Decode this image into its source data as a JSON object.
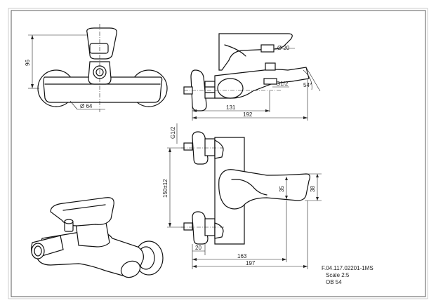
{
  "dimensions": {
    "front_height": "96",
    "front_diameter": "Ø 64",
    "side_outlet_diameter": "Ø 20",
    "side_outlet_thread": "G1/2",
    "side_angle": "54°",
    "side_length_short": "131",
    "side_length_long": "192",
    "top_thread": "G1/2",
    "top_center_distance": "150±12",
    "top_lever_small": "35",
    "top_lever_large": "38",
    "top_offset": "20",
    "top_length_short": "163",
    "top_length_long": "197"
  },
  "title_block": {
    "code": "F.04.117.02201-1MS",
    "scale": "Scale  2:5",
    "sheet": "OB  54"
  }
}
